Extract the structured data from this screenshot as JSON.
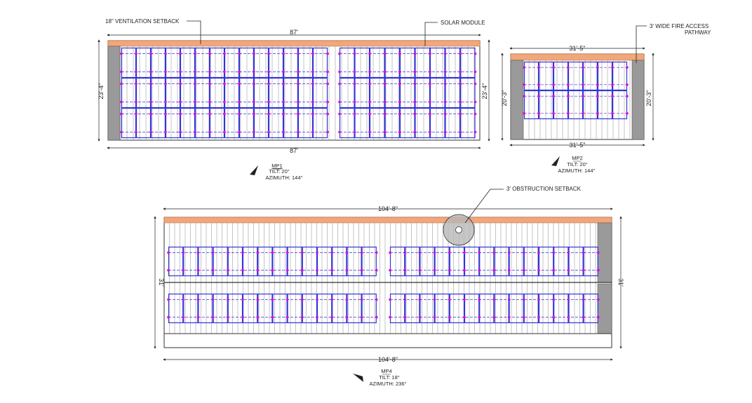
{
  "callouts": {
    "ventilation": "18\" VENTILATION SETBACK",
    "solar_module": "SOLAR MODULE",
    "fire_access_line1": "3' WIDE FIRE ACCESS",
    "fire_access_line2": "PATHWAY",
    "obstruction": "3' OBSTRUCTION SETBACK"
  },
  "arrays": {
    "mp1": {
      "name": "MP1",
      "tilt": "TILT: 20°",
      "azimuth": "AZIMUTH: 144°",
      "width_top": "87'",
      "width_bottom": "87'",
      "height_left": "23'-4\"",
      "height_right": "23'-4\""
    },
    "mp2": {
      "name": "MP2",
      "tilt": "TILT: 20°",
      "azimuth": "AZIMUTH: 144°",
      "width_top": "31'-5\"",
      "width_bottom": "31'-5\"",
      "height_left": "20'-3\"",
      "height_right": "20'-3\""
    },
    "mp4": {
      "name": "MP4",
      "tilt": "TILT: 18°",
      "azimuth": "AZIMUTH: 236°",
      "width_top": "104'-8\"",
      "width_bottom": "104'-8\"",
      "height_left": "31'",
      "height_right": "31'"
    }
  },
  "colors": {
    "module_outline": "#3535d6",
    "rail_dot": "#e000e0",
    "setback": "#f1a77a",
    "pathway": "#9a9a9a",
    "seam": "#8a8a8a"
  }
}
